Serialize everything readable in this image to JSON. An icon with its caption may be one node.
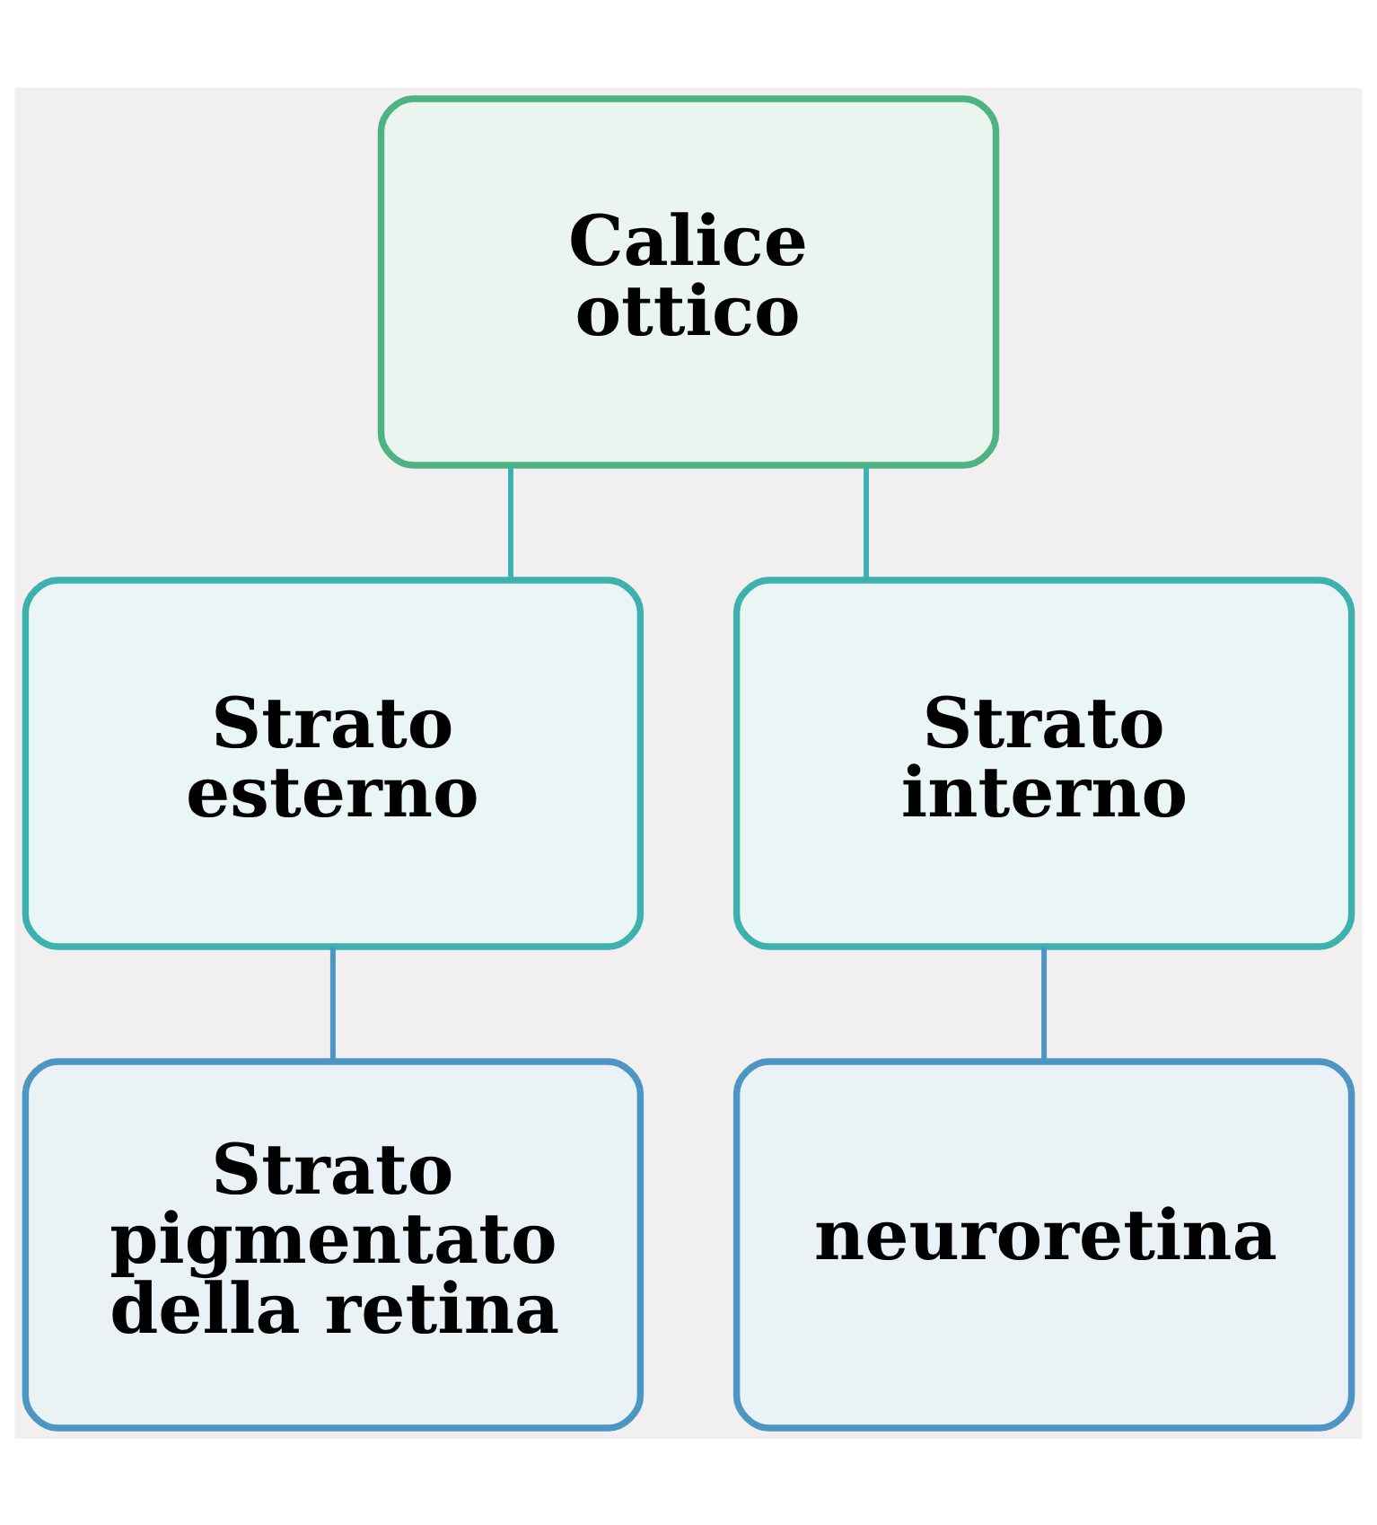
{
  "diagram": {
    "nodes": [
      {
        "text": [
          "Calice ottico"
        ]
      },
      {
        "text": [
          "Strato esterno"
        ]
      },
      {
        "text": [
          "Strato interno"
        ]
      },
      {
        "text": [
          "Strato pigmentato della retina"
        ]
      },
      {
        "text": [
          "neuroretina"
        ]
      }
    ],
    "edges": [
      {
        "from": 0,
        "to": 1,
        "arrow": "none"
      },
      {
        "from": 0,
        "to": 2,
        "arrow": "none"
      },
      {
        "from": 1,
        "to": 3,
        "arrow": "none"
      },
      {
        "from": 2,
        "to": 4,
        "arrow": "none"
      }
    ]
  }
}
